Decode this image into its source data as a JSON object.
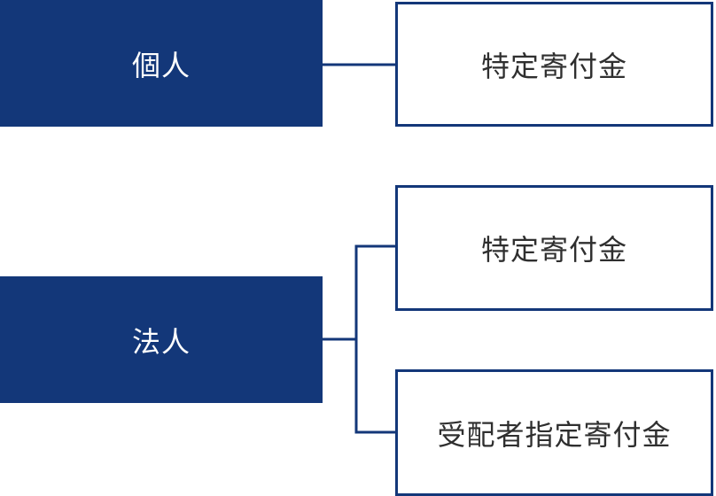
{
  "colors": {
    "primary": "#133779",
    "target_text": "#2f2f2f",
    "background": "#ffffff"
  },
  "sources": [
    {
      "label": "個人"
    },
    {
      "label": "法人"
    }
  ],
  "targets": [
    {
      "label": "特定寄付金"
    },
    {
      "label": "特定寄付金"
    },
    {
      "label": "受配者指定寄付金"
    }
  ]
}
